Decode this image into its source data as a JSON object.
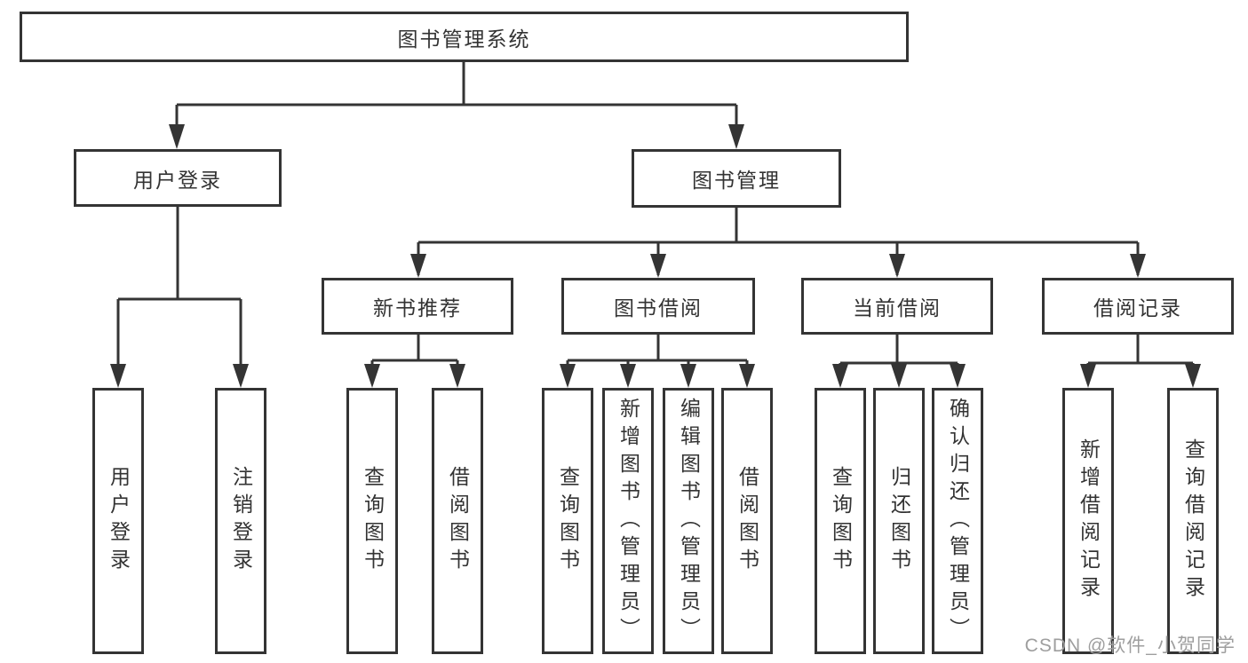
{
  "tree": {
    "label": "图书管理系统",
    "children": [
      {
        "label": "用户登录",
        "children": [
          {
            "label": "用户登录"
          },
          {
            "label": "注销登录"
          }
        ]
      },
      {
        "label": "图书管理",
        "children": [
          {
            "label": "新书推荐",
            "children": [
              {
                "label": "查询图书"
              },
              {
                "label": "借阅图书"
              }
            ]
          },
          {
            "label": "图书借阅",
            "children": [
              {
                "label": "查询图书"
              },
              {
                "label": "新增图书（管理员）"
              },
              {
                "label": "编辑图书（管理员）"
              },
              {
                "label": "借阅图书"
              }
            ]
          },
          {
            "label": "当前借阅",
            "children": [
              {
                "label": "查询图书"
              },
              {
                "label": "归还图书"
              },
              {
                "label": "确认归还（管理员）"
              }
            ]
          },
          {
            "label": "借阅记录",
            "children": [
              {
                "label": "新增借阅记录"
              },
              {
                "label": "查询借阅记录"
              }
            ]
          }
        ]
      }
    ]
  },
  "watermark": {
    "text": "CSDN @软件_小贺同学"
  },
  "colors": {
    "line": "#343434",
    "box_border": "#343434",
    "text": "#333333",
    "background": "#ffffff",
    "watermark": "#9e9e9e"
  }
}
